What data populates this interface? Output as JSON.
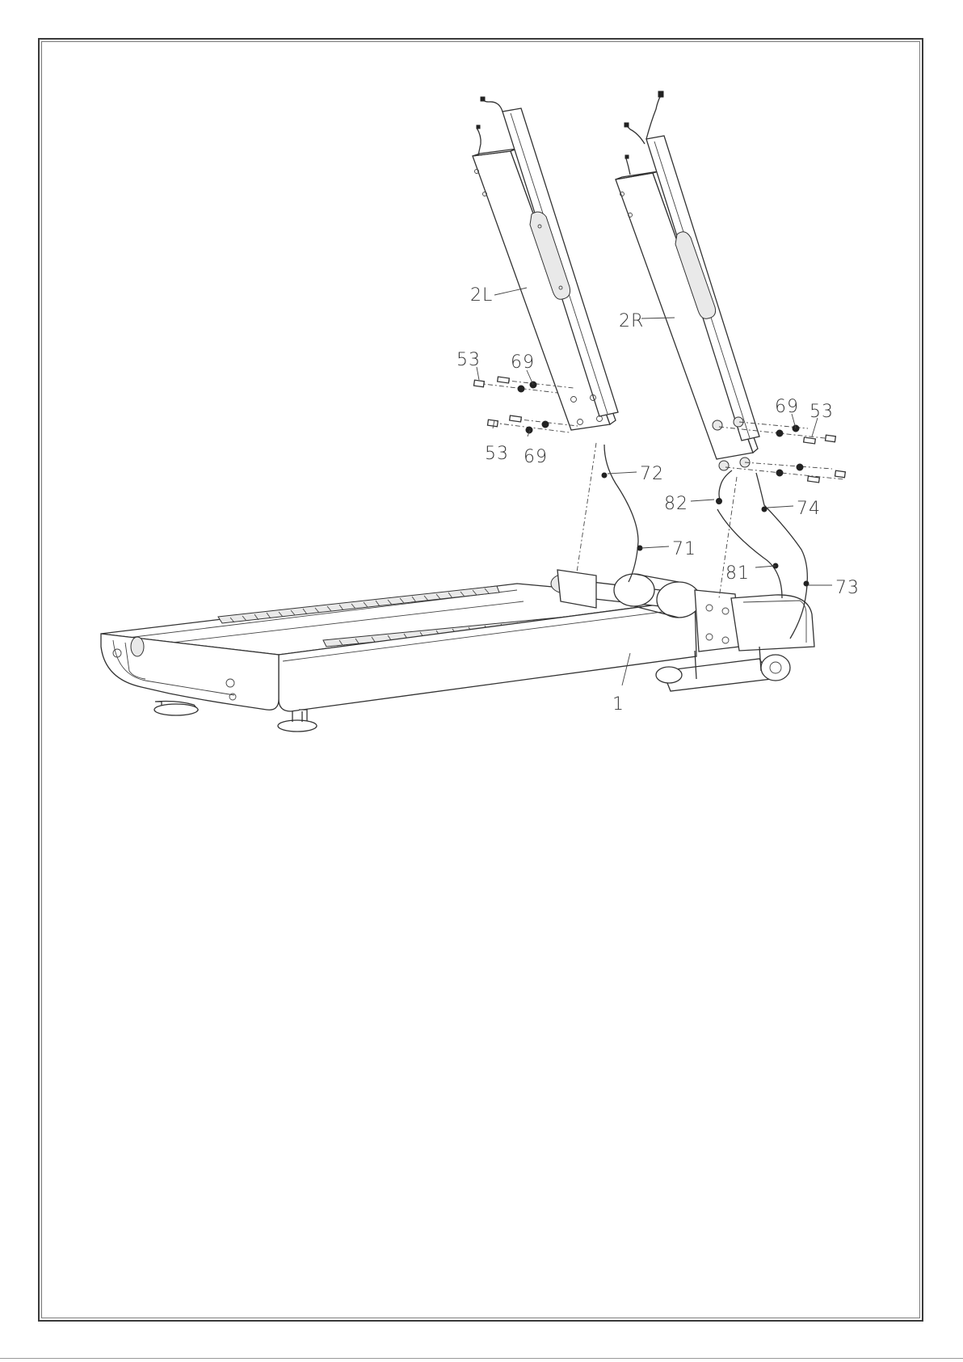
{
  "diagram": {
    "callouts": {
      "frame": "1",
      "left_upright": "2L",
      "right_upright": "2R",
      "bolt_left_upper": "53",
      "washer_left_upper": "69",
      "bolt_left_lower": "53",
      "washer_left_lower": "69",
      "washer_right_upper": "69",
      "bolt_right_upper": "53",
      "cable_72": "72",
      "cable_71": "71",
      "cable_82": "82",
      "cable_74": "74",
      "cable_81": "81",
      "cable_73": "73"
    }
  }
}
